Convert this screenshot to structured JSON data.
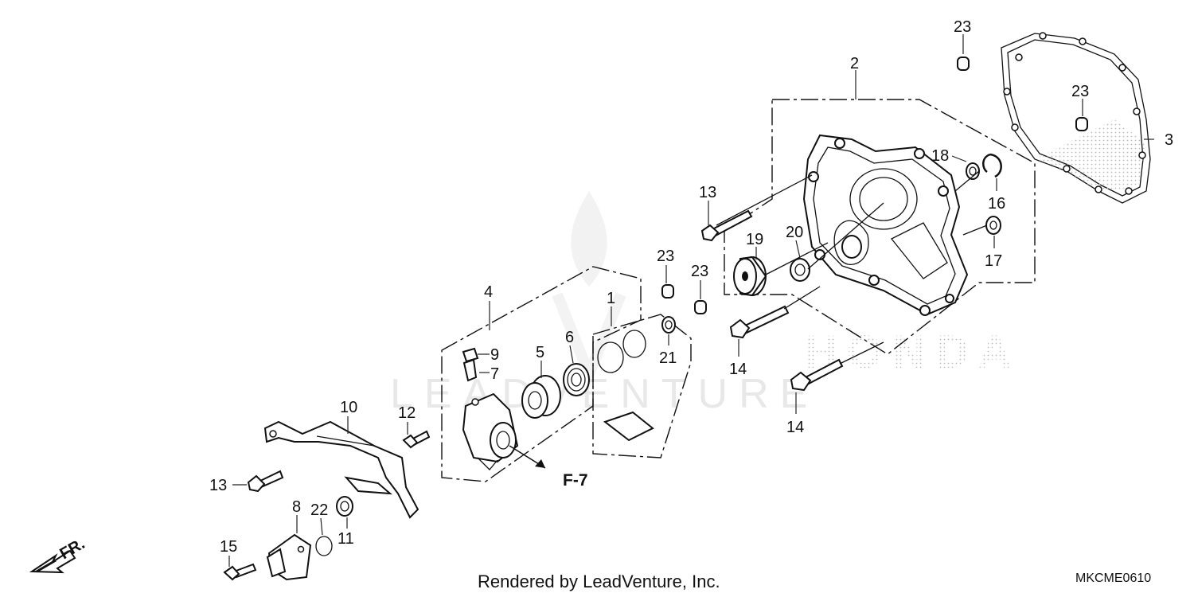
{
  "watermark": "LEADVENTURE",
  "footer": {
    "credit": "Rendered by LeadVenture, Inc.",
    "diagram_code": "MKCME0610"
  },
  "ref_label": "F-7",
  "direction_label": "FR.",
  "brand_watermark": "HONDA",
  "callouts": [
    {
      "id": "p23a",
      "text": "23"
    },
    {
      "id": "p2",
      "text": "2"
    },
    {
      "id": "p23b",
      "text": "23"
    },
    {
      "id": "p3",
      "text": "3"
    },
    {
      "id": "p18",
      "text": "18"
    },
    {
      "id": "p16",
      "text": "16"
    },
    {
      "id": "p13a",
      "text": "13"
    },
    {
      "id": "p19",
      "text": "19"
    },
    {
      "id": "p20",
      "text": "20"
    },
    {
      "id": "p17",
      "text": "17"
    },
    {
      "id": "p23c",
      "text": "23"
    },
    {
      "id": "p23d",
      "text": "23"
    },
    {
      "id": "p4",
      "text": "4"
    },
    {
      "id": "p1",
      "text": "1"
    },
    {
      "id": "p5",
      "text": "5"
    },
    {
      "id": "p6",
      "text": "6"
    },
    {
      "id": "p9",
      "text": "9"
    },
    {
      "id": "p7",
      "text": "7"
    },
    {
      "id": "p21",
      "text": "21"
    },
    {
      "id": "p14a",
      "text": "14"
    },
    {
      "id": "p10",
      "text": "10"
    },
    {
      "id": "p12",
      "text": "12"
    },
    {
      "id": "p14b",
      "text": "14"
    },
    {
      "id": "p13b",
      "text": "13"
    },
    {
      "id": "p8",
      "text": "8"
    },
    {
      "id": "p22",
      "text": "22"
    },
    {
      "id": "p11",
      "text": "11"
    },
    {
      "id": "p15",
      "text": "15"
    }
  ]
}
